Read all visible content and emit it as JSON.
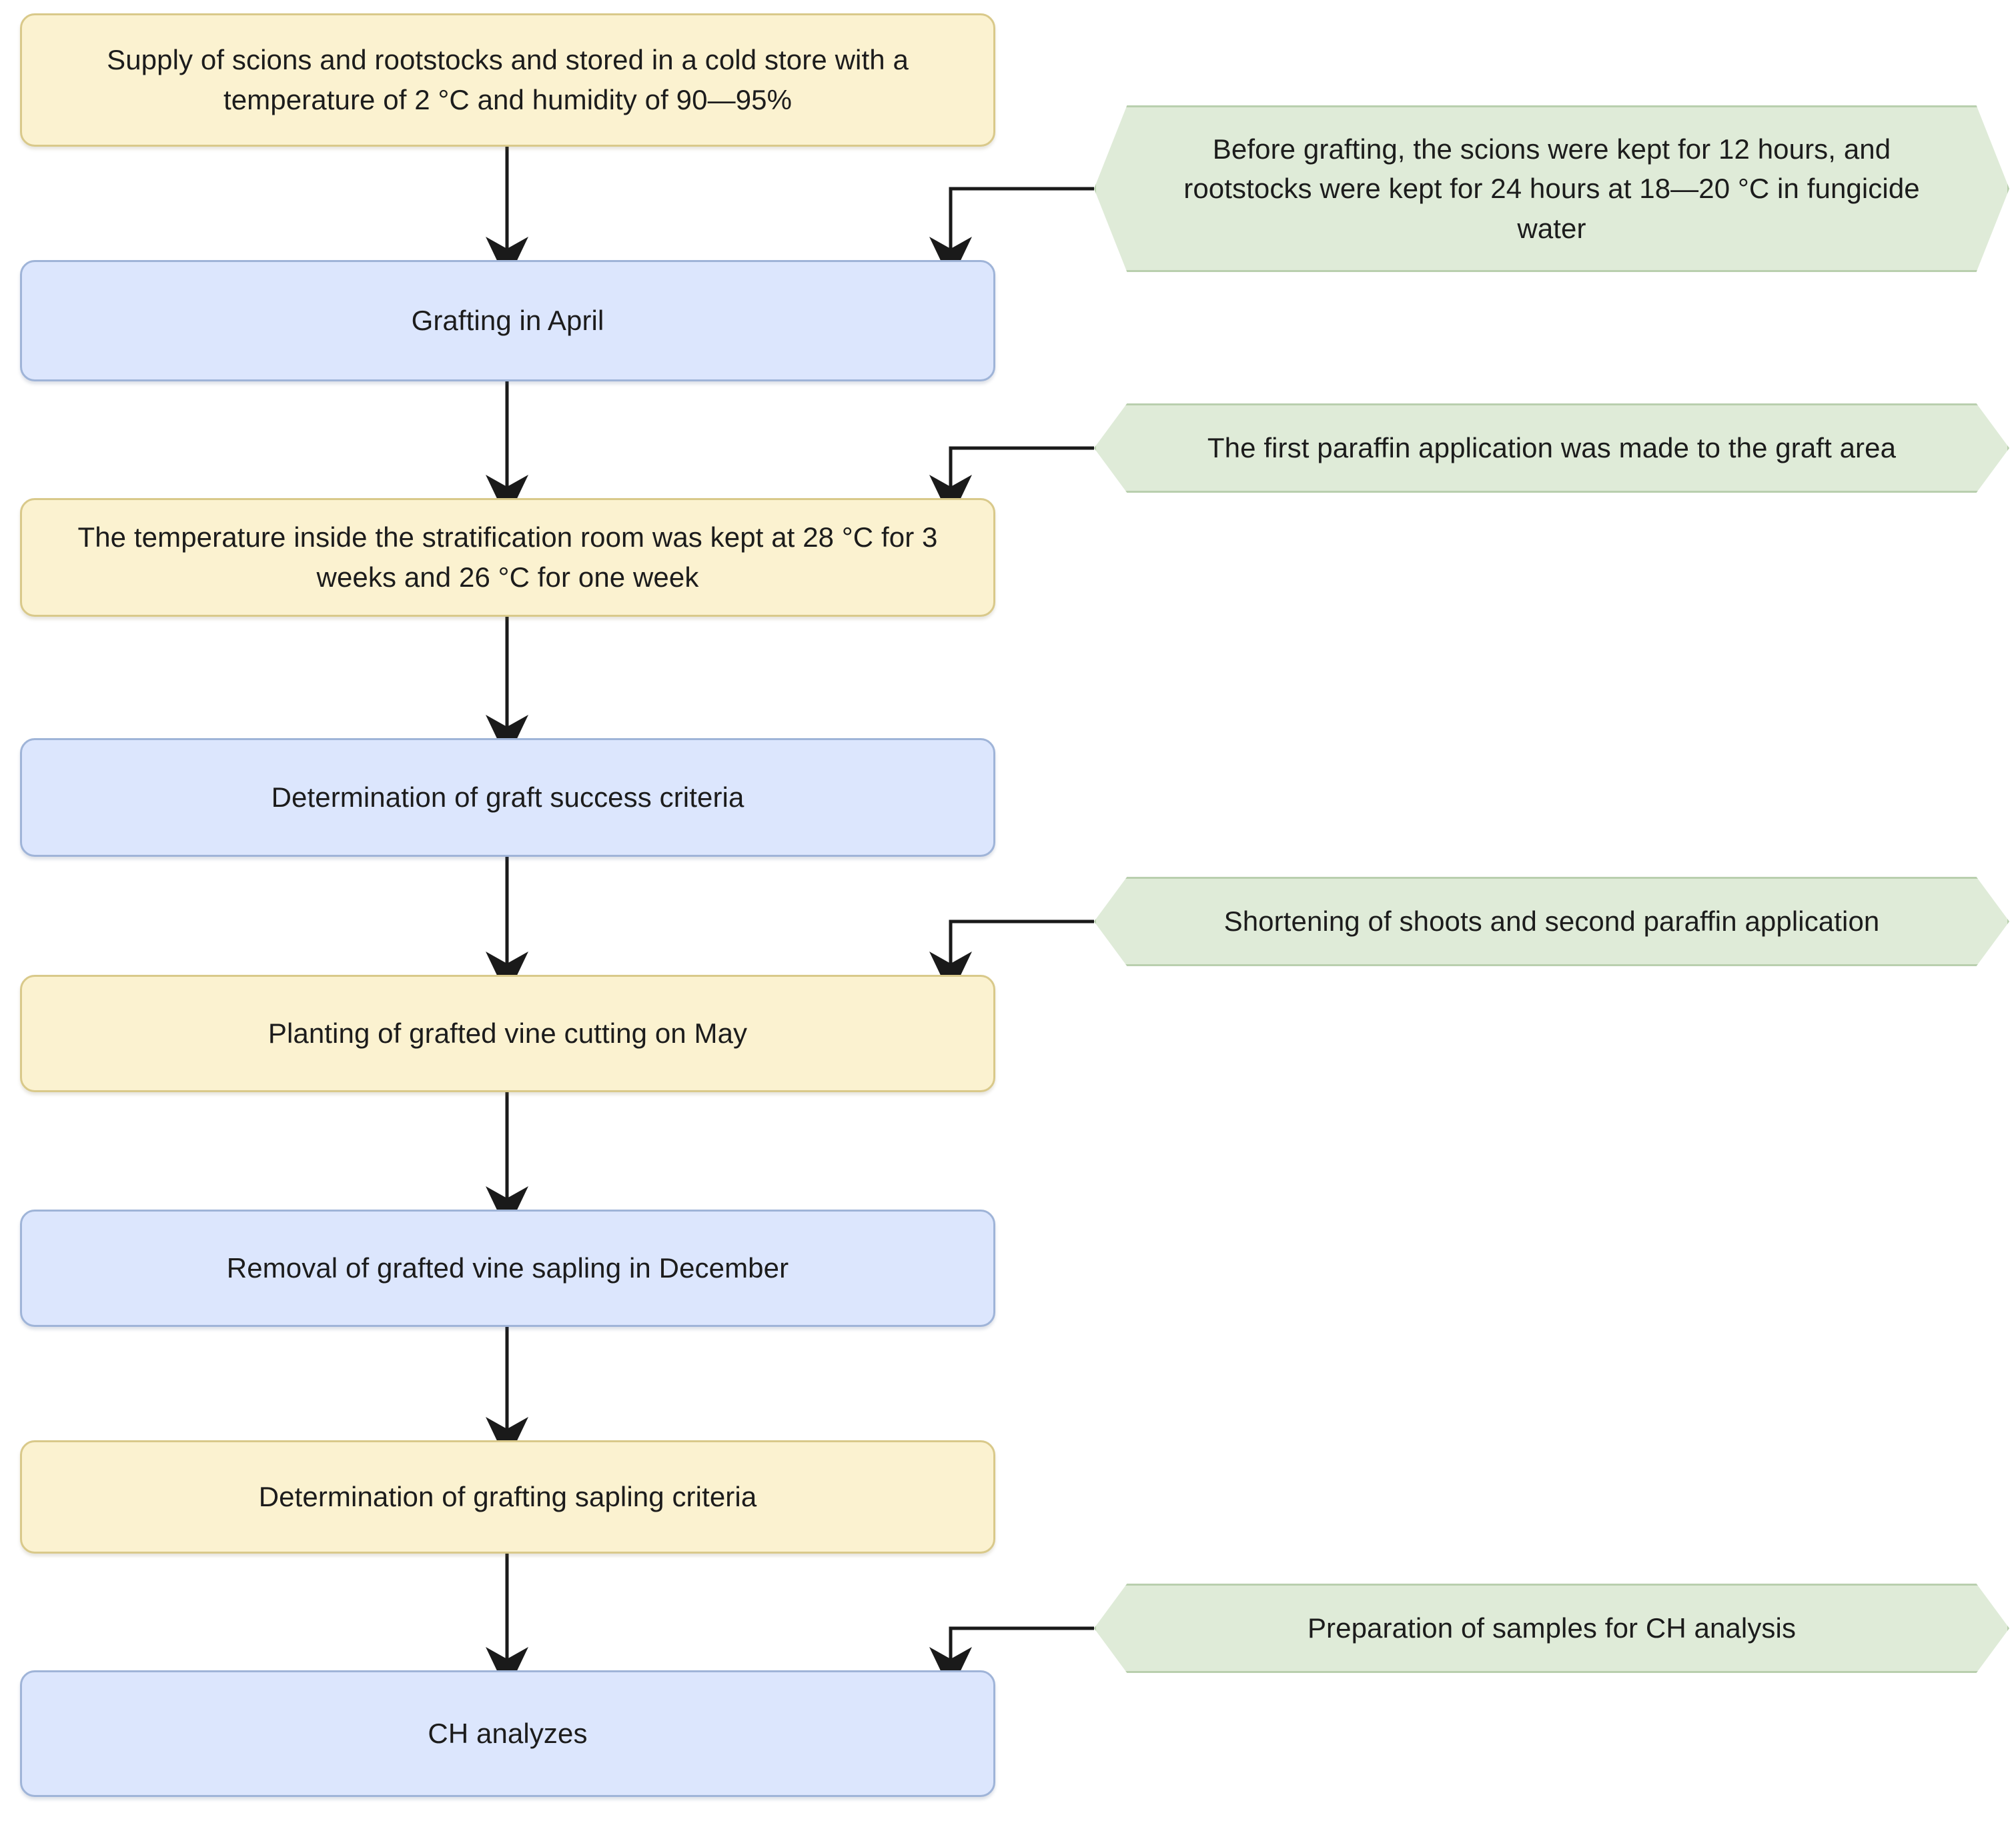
{
  "diagram": {
    "title": "Grafted vine sapling production process flowchart",
    "colors": {
      "process_yellow_fill": "#fbf2d0",
      "process_yellow_stroke": "#d9c98a",
      "process_blue_fill": "#dce6fd",
      "process_blue_stroke": "#9fb4d8",
      "annotation_green_fill": "#dfebd8",
      "annotation_green_stroke": "#b9cfae",
      "connector_stroke": "#1a1a1a",
      "background": "#ffffff"
    },
    "nodes": [
      {
        "id": "n1",
        "shape": "rounded-rect",
        "style": "yellow",
        "text": "Supply of scions and rootstocks and stored in a cold store with a temperature of 2 °C and humidity of 90—95%"
      },
      {
        "id": "n2",
        "shape": "rounded-rect",
        "style": "blue",
        "text": "Grafting in April"
      },
      {
        "id": "n3",
        "shape": "rounded-rect",
        "style": "yellow",
        "text": "The temperature inside the stratification room was kept at 28 °C for 3 weeks and 26 °C for one week"
      },
      {
        "id": "n4",
        "shape": "rounded-rect",
        "style": "blue",
        "text": "Determination of graft success criteria"
      },
      {
        "id": "n5",
        "shape": "rounded-rect",
        "style": "yellow",
        "text": "Planting of grafted vine cutting on May"
      },
      {
        "id": "n6",
        "shape": "rounded-rect",
        "style": "blue",
        "text": "Removal of grafted vine sapling in December"
      },
      {
        "id": "n7",
        "shape": "rounded-rect",
        "style": "yellow",
        "text": "Determination of grafting sapling criteria"
      },
      {
        "id": "n8",
        "shape": "rounded-rect",
        "style": "blue",
        "text": "CH analyzes"
      }
    ],
    "annotations": [
      {
        "id": "a1",
        "shape": "hexagon",
        "target": "n2",
        "text": "Before grafting, the scions were kept for 12 hours, and rootstocks were kept for 24 hours at 18—20 °C in fungicide water"
      },
      {
        "id": "a2",
        "shape": "hexagon",
        "target": "n3",
        "text": "The first paraffin application was made to the graft area"
      },
      {
        "id": "a3",
        "shape": "hexagon",
        "target": "n5",
        "text": "Shortening of shoots and second paraffin application"
      },
      {
        "id": "a4",
        "shape": "hexagon",
        "target": "n8",
        "text": "Preparation of samples for CH analysis"
      }
    ],
    "flow_sequence": [
      "n1 → n2",
      "n2 → n3",
      "n3 → n4",
      "n4 → n5",
      "n5 → n6",
      "n6 → n7",
      "n7 → n8",
      "a1 → n2",
      "a2 → n3",
      "a3 → n5",
      "a4 → n8"
    ]
  }
}
